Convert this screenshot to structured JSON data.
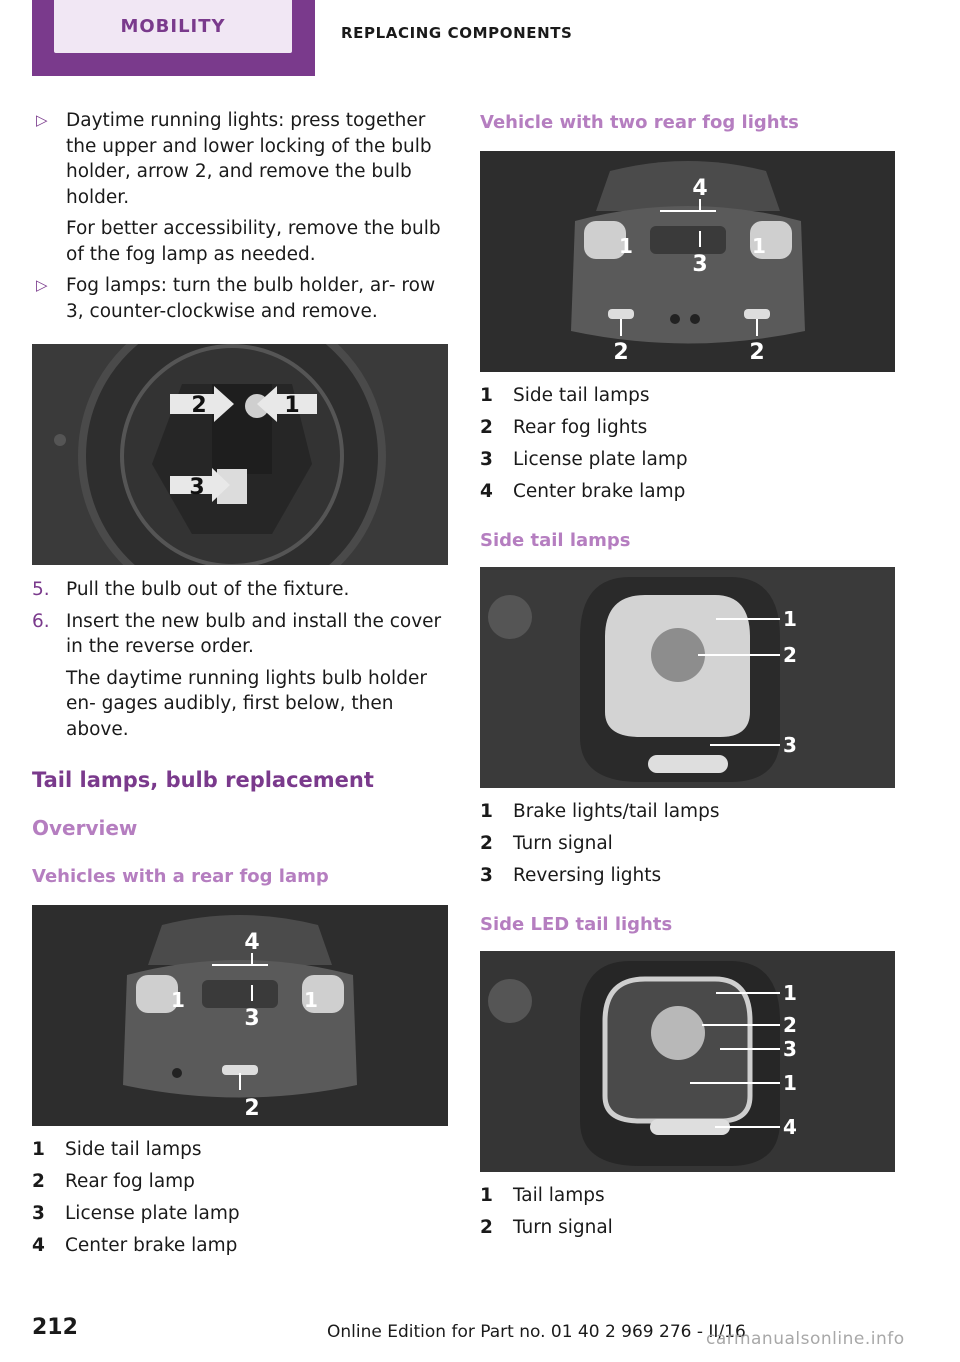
{
  "header": {
    "chapter": "MOBILITY",
    "section": "REPLACING COMPONENTS"
  },
  "left": {
    "bullets": [
      {
        "paragraphs": [
          "Daytime running lights: press together the upper and lower locking of the bulb holder, arrow 2, and remove the bulb holder.",
          "For better accessibility, remove the bulb of the fog lamp as needed."
        ]
      },
      {
        "paragraphs": [
          "Fog lamps: turn the bulb holder, ar‐ row 3, counter-clockwise and remove."
        ]
      }
    ],
    "figure1_callouts": [
      "2",
      "1",
      "3"
    ],
    "steps": [
      {
        "num": "5.",
        "paragraphs": [
          "Pull the bulb out of the fixture."
        ]
      },
      {
        "num": "6.",
        "paragraphs": [
          "Insert the new bulb and install the cover in the reverse order.",
          "The daytime running lights bulb holder en‐ gages audibly, first below, then above."
        ]
      }
    ],
    "heading_main": "Tail lamps, bulb replacement",
    "heading_overview": "Overview",
    "heading_rear_fog": "Vehicles with a rear fog lamp",
    "figure2_callouts": [
      "4",
      "1",
      "1",
      "3",
      "2"
    ],
    "legend_rear_fog": [
      {
        "n": "1",
        "label": "Side tail lamps"
      },
      {
        "n": "2",
        "label": "Rear fog lamp"
      },
      {
        "n": "3",
        "label": "License plate lamp"
      },
      {
        "n": "4",
        "label": "Center brake lamp"
      }
    ]
  },
  "right": {
    "heading_two_fog": "Vehicle with two rear fog lights",
    "figure3_callouts": [
      "4",
      "1",
      "1",
      "3",
      "2",
      "2"
    ],
    "legend_two_fog": [
      {
        "n": "1",
        "label": "Side tail lamps"
      },
      {
        "n": "2",
        "label": "Rear fog lights"
      },
      {
        "n": "3",
        "label": "License plate lamp"
      },
      {
        "n": "4",
        "label": "Center brake lamp"
      }
    ],
    "heading_side_tail": "Side tail lamps",
    "figure4_callouts": [
      "1",
      "2",
      "3"
    ],
    "legend_side_tail": [
      {
        "n": "1",
        "label": "Brake lights/tail lamps"
      },
      {
        "n": "2",
        "label": "Turn signal"
      },
      {
        "n": "3",
        "label": "Reversing lights"
      }
    ],
    "heading_side_led": "Side LED tail lights",
    "figure5_callouts": [
      "1",
      "2",
      "3",
      "1",
      "4"
    ],
    "legend_side_led": [
      {
        "n": "1",
        "label": "Tail lamps"
      },
      {
        "n": "2",
        "label": "Turn signal"
      }
    ]
  },
  "footer": {
    "page_number": "212",
    "edition": "Online Edition for Part no. 01 40 2 969 276 - II/16",
    "watermark": "carmanualsonline.info"
  },
  "colors": {
    "accent": "#7a3a8c",
    "heading_light": "#b57ec0"
  }
}
